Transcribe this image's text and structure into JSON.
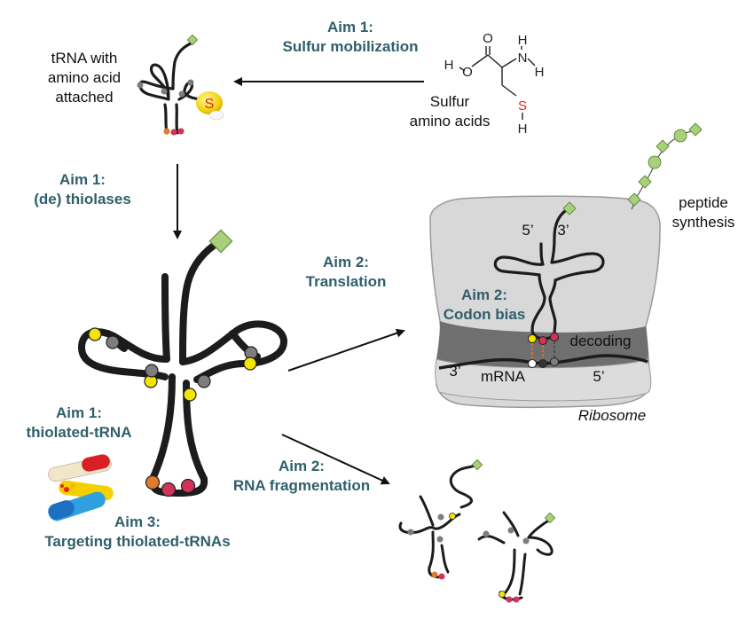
{
  "labels": {
    "aim1_sulfur": [
      "Aim 1:",
      "Sulfur mobilization"
    ],
    "trna_attached": [
      "tRNA with",
      "amino acid",
      "attached"
    ],
    "sulfur_amino_acids": [
      "Sulfur",
      "amino acids"
    ],
    "aim1_thiolases": [
      "Aim 1:",
      "(de) thiolases"
    ],
    "aim2_translation": [
      "Aim 2:",
      "Translation"
    ],
    "aim2_codon_bias": [
      "Aim 2:",
      "Codon bias"
    ],
    "aim1_thiolated": [
      "Aim 1:",
      "thiolated-tRNA"
    ],
    "aim3_targeting": [
      "Aim 3:",
      "Targeting thiolated-tRNAs"
    ],
    "aim2_fragmentation": [
      "Aim 2:",
      "RNA fragmentation"
    ],
    "peptide_synthesis": [
      "peptide",
      "synthesis"
    ],
    "ribosome": "Ribosome",
    "decoding": "decoding",
    "mrna": "mRNA",
    "prime_5_top": "5’",
    "prime_3_top": "3’",
    "prime_3_bottom": "3’",
    "prime_5_bottom": "5’"
  },
  "molecule": {
    "atoms": {
      "O_top": "O",
      "H_left": "H",
      "O_left": "O",
      "H_n1": "H",
      "N": "N",
      "H_n2": "H",
      "S": "S",
      "H_s": "H"
    },
    "sulfur_ball": "S"
  },
  "colors": {
    "aim_text": "#2f5f6b",
    "trna_line": "#1c1c1c",
    "yellow_dot": "#f5e400",
    "gray_dot": "#7d7d7d",
    "red_dot": "#d2335a",
    "orange_dot": "#e3792c",
    "green_square": "#a8cf79",
    "ribosome_body": "#d8d8d8",
    "ribosome_band": "#6f6f6f",
    "sulfur_red": "#e8201f"
  }
}
